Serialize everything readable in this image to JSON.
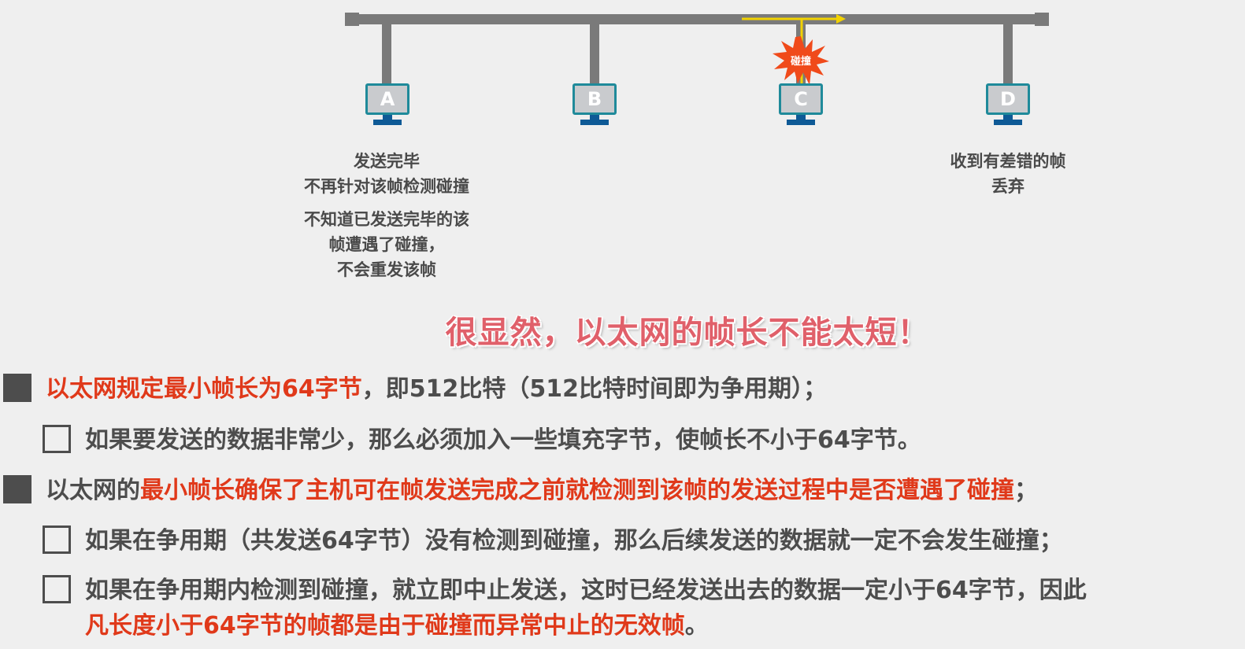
{
  "diagram": {
    "bus": {
      "color": "#7a7a7a"
    },
    "signal_color": "#f2d200",
    "collision": {
      "label": "碰撞",
      "color": "#f04a1a"
    },
    "stations": [
      {
        "id": "A",
        "label": "A"
      },
      {
        "id": "B",
        "label": "B"
      },
      {
        "id": "C",
        "label": "C"
      },
      {
        "id": "D",
        "label": "D"
      }
    ],
    "captions": {
      "a_line1": "发送完毕",
      "a_line2": "不再针对该帧检测碰撞",
      "a_line3": "不知道已发送完毕的该",
      "a_line4": "帧遭遇了碰撞，",
      "a_line5": "不会重发该帧",
      "d_line1": "收到有差错的帧",
      "d_line2": "丢弃"
    }
  },
  "headline": "很显然，以太网的帧长不能太短！",
  "bullets": [
    {
      "level": 1,
      "parts": [
        {
          "text": "以太网规定最小帧长为64字节",
          "style": "red"
        },
        {
          "text": "，即512比特（512比特时间即为争用期）；",
          "style": "gray"
        }
      ]
    },
    {
      "level": 2,
      "parts": [
        {
          "text": "如果要发送的数据非常少，那么必须加入一些填充字节，使帧长不小于64字节。",
          "style": "gray"
        }
      ]
    },
    {
      "level": 1,
      "parts": [
        {
          "text": "以太网的",
          "style": "gray"
        },
        {
          "text": "最小帧长确保了主机可在帧发送完成之前就检测到该帧的发送过程中是否遭遇了碰撞",
          "style": "red"
        },
        {
          "text": "；",
          "style": "gray"
        }
      ]
    },
    {
      "level": 2,
      "parts": [
        {
          "text": "如果在争用期（共发送64字节）没有检测到碰撞，那么后续发送的数据就一定不会发生碰撞；",
          "style": "gray"
        }
      ]
    },
    {
      "level": 2,
      "parts": [
        {
          "text": "如果在争用期内检测到碰撞，就立即中止发送，这时已经发送出去的数据一定小于64字节，因此",
          "style": "gray"
        }
      ],
      "continuation": [
        {
          "text": "凡长度小于64字节的帧都是由于碰撞而异常中止的无效帧",
          "style": "red"
        },
        {
          "text": "。",
          "style": "gray"
        }
      ]
    }
  ]
}
